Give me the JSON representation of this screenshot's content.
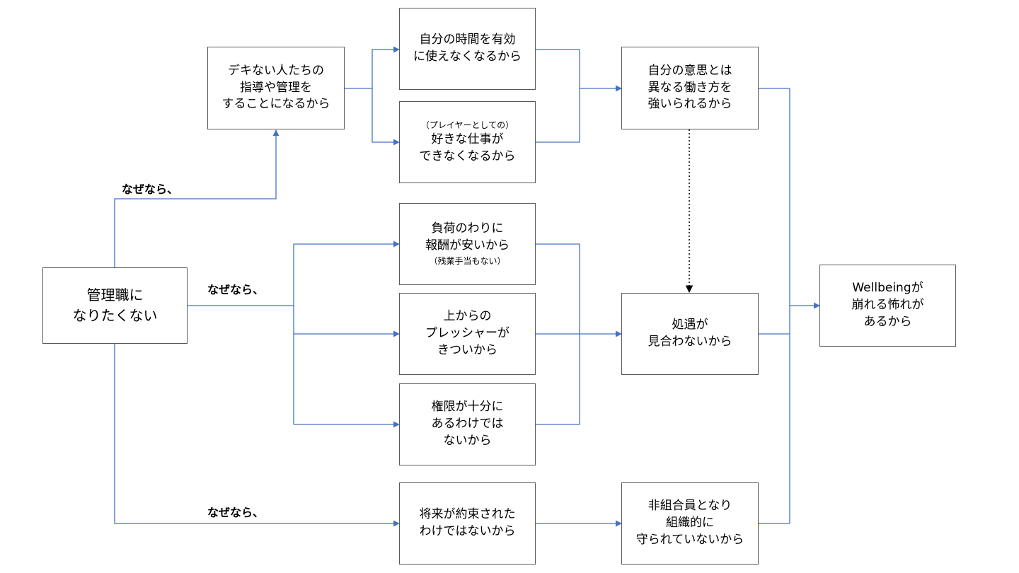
{
  "colors": {
    "connector": "#4472C4",
    "dotted_connector": "#000000",
    "box_border": "#595959"
  },
  "labels": {
    "reason_1": "なぜなら、",
    "reason_2": "なぜなら、",
    "reason_3": "なぜなら、"
  },
  "nodes": {
    "root": {
      "lines": [
        "管理職に",
        "なりたくない"
      ]
    },
    "guidance": {
      "lines": [
        "デキない人たちの",
        "指導や管理を",
        "することになるから"
      ]
    },
    "own_time": {
      "lines": [
        "自分の時間を有効",
        "に使えなくなるから"
      ]
    },
    "favorite_work": {
      "note": "（プレイヤーとしての）",
      "lines": [
        "好きな仕事が",
        "できなくなるから"
      ]
    },
    "forced_work_style": {
      "lines": [
        "自分の意思とは",
        "異なる働き方を",
        "強いられるから"
      ]
    },
    "low_pay": {
      "lines": [
        "負荷のわりに",
        "報酬が安いから"
      ],
      "note": "（残業手当もない）"
    },
    "pressure": {
      "lines": [
        "上からの",
        "プレッシャーが",
        "きついから"
      ]
    },
    "authority": {
      "lines": [
        "権限が十分に",
        "あるわけでは",
        "ないから"
      ]
    },
    "treatment": {
      "lines": [
        "処遇が",
        "見合わないから"
      ]
    },
    "future": {
      "lines": [
        "将来が約束された",
        "わけではないから"
      ]
    },
    "non_union": {
      "lines": [
        "非組合員となり",
        "組織的に",
        "守られていないから"
      ]
    },
    "wellbeing": {
      "lines": [
        "Wellbeingが",
        "崩れる怖れが",
        "あるから"
      ]
    }
  }
}
